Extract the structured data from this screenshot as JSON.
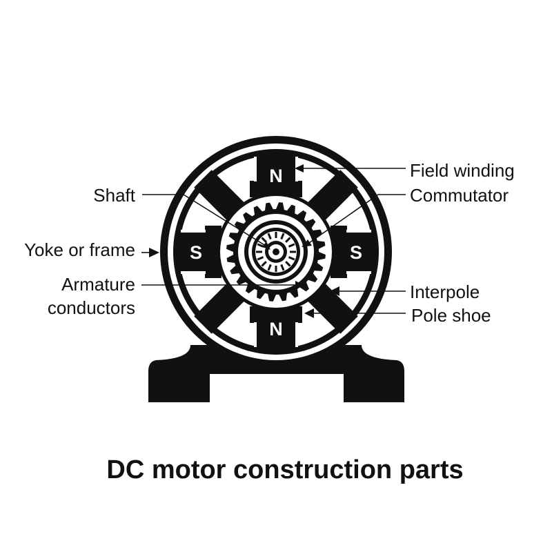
{
  "diagram": {
    "title": "DC motor construction parts",
    "pole_letters": {
      "top": "N",
      "bottom": "N",
      "left": "S",
      "right": "S"
    },
    "labels": {
      "field_winding": "Field winding",
      "commutator": "Commutator",
      "shaft": "Shaft",
      "yoke": "Yoke or frame",
      "armature_line1": "Armature",
      "armature_line2": "conductors",
      "interpole": "Interpole",
      "pole_shoe": "Pole shoe"
    },
    "colors": {
      "ink": "#111111",
      "background": "#ffffff"
    }
  }
}
